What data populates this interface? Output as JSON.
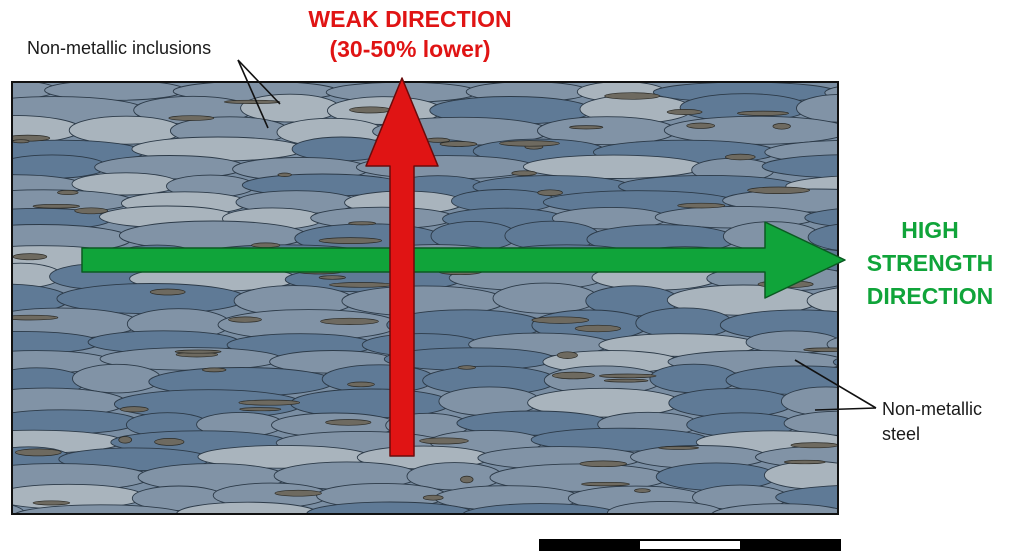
{
  "labels": {
    "weak_direction": "WEAK DIRECTION",
    "weak_note": "(30-50% lower)",
    "high_line1": "HIGH",
    "high_line2": "STRENGTH",
    "high_line3": "DIRECTION",
    "inclusions": "Non-metallic inclusions",
    "steel_line1": "Non-metallic",
    "steel_line2": "steel"
  },
  "colors": {
    "weak_arrow": "#e01414",
    "strong_arrow": "#10a43a",
    "grain_dark": "#5f7a96",
    "grain_mid": "#8193a6",
    "grain_light": "#a9b4bd",
    "inclusion": "#6e6a60"
  }
}
